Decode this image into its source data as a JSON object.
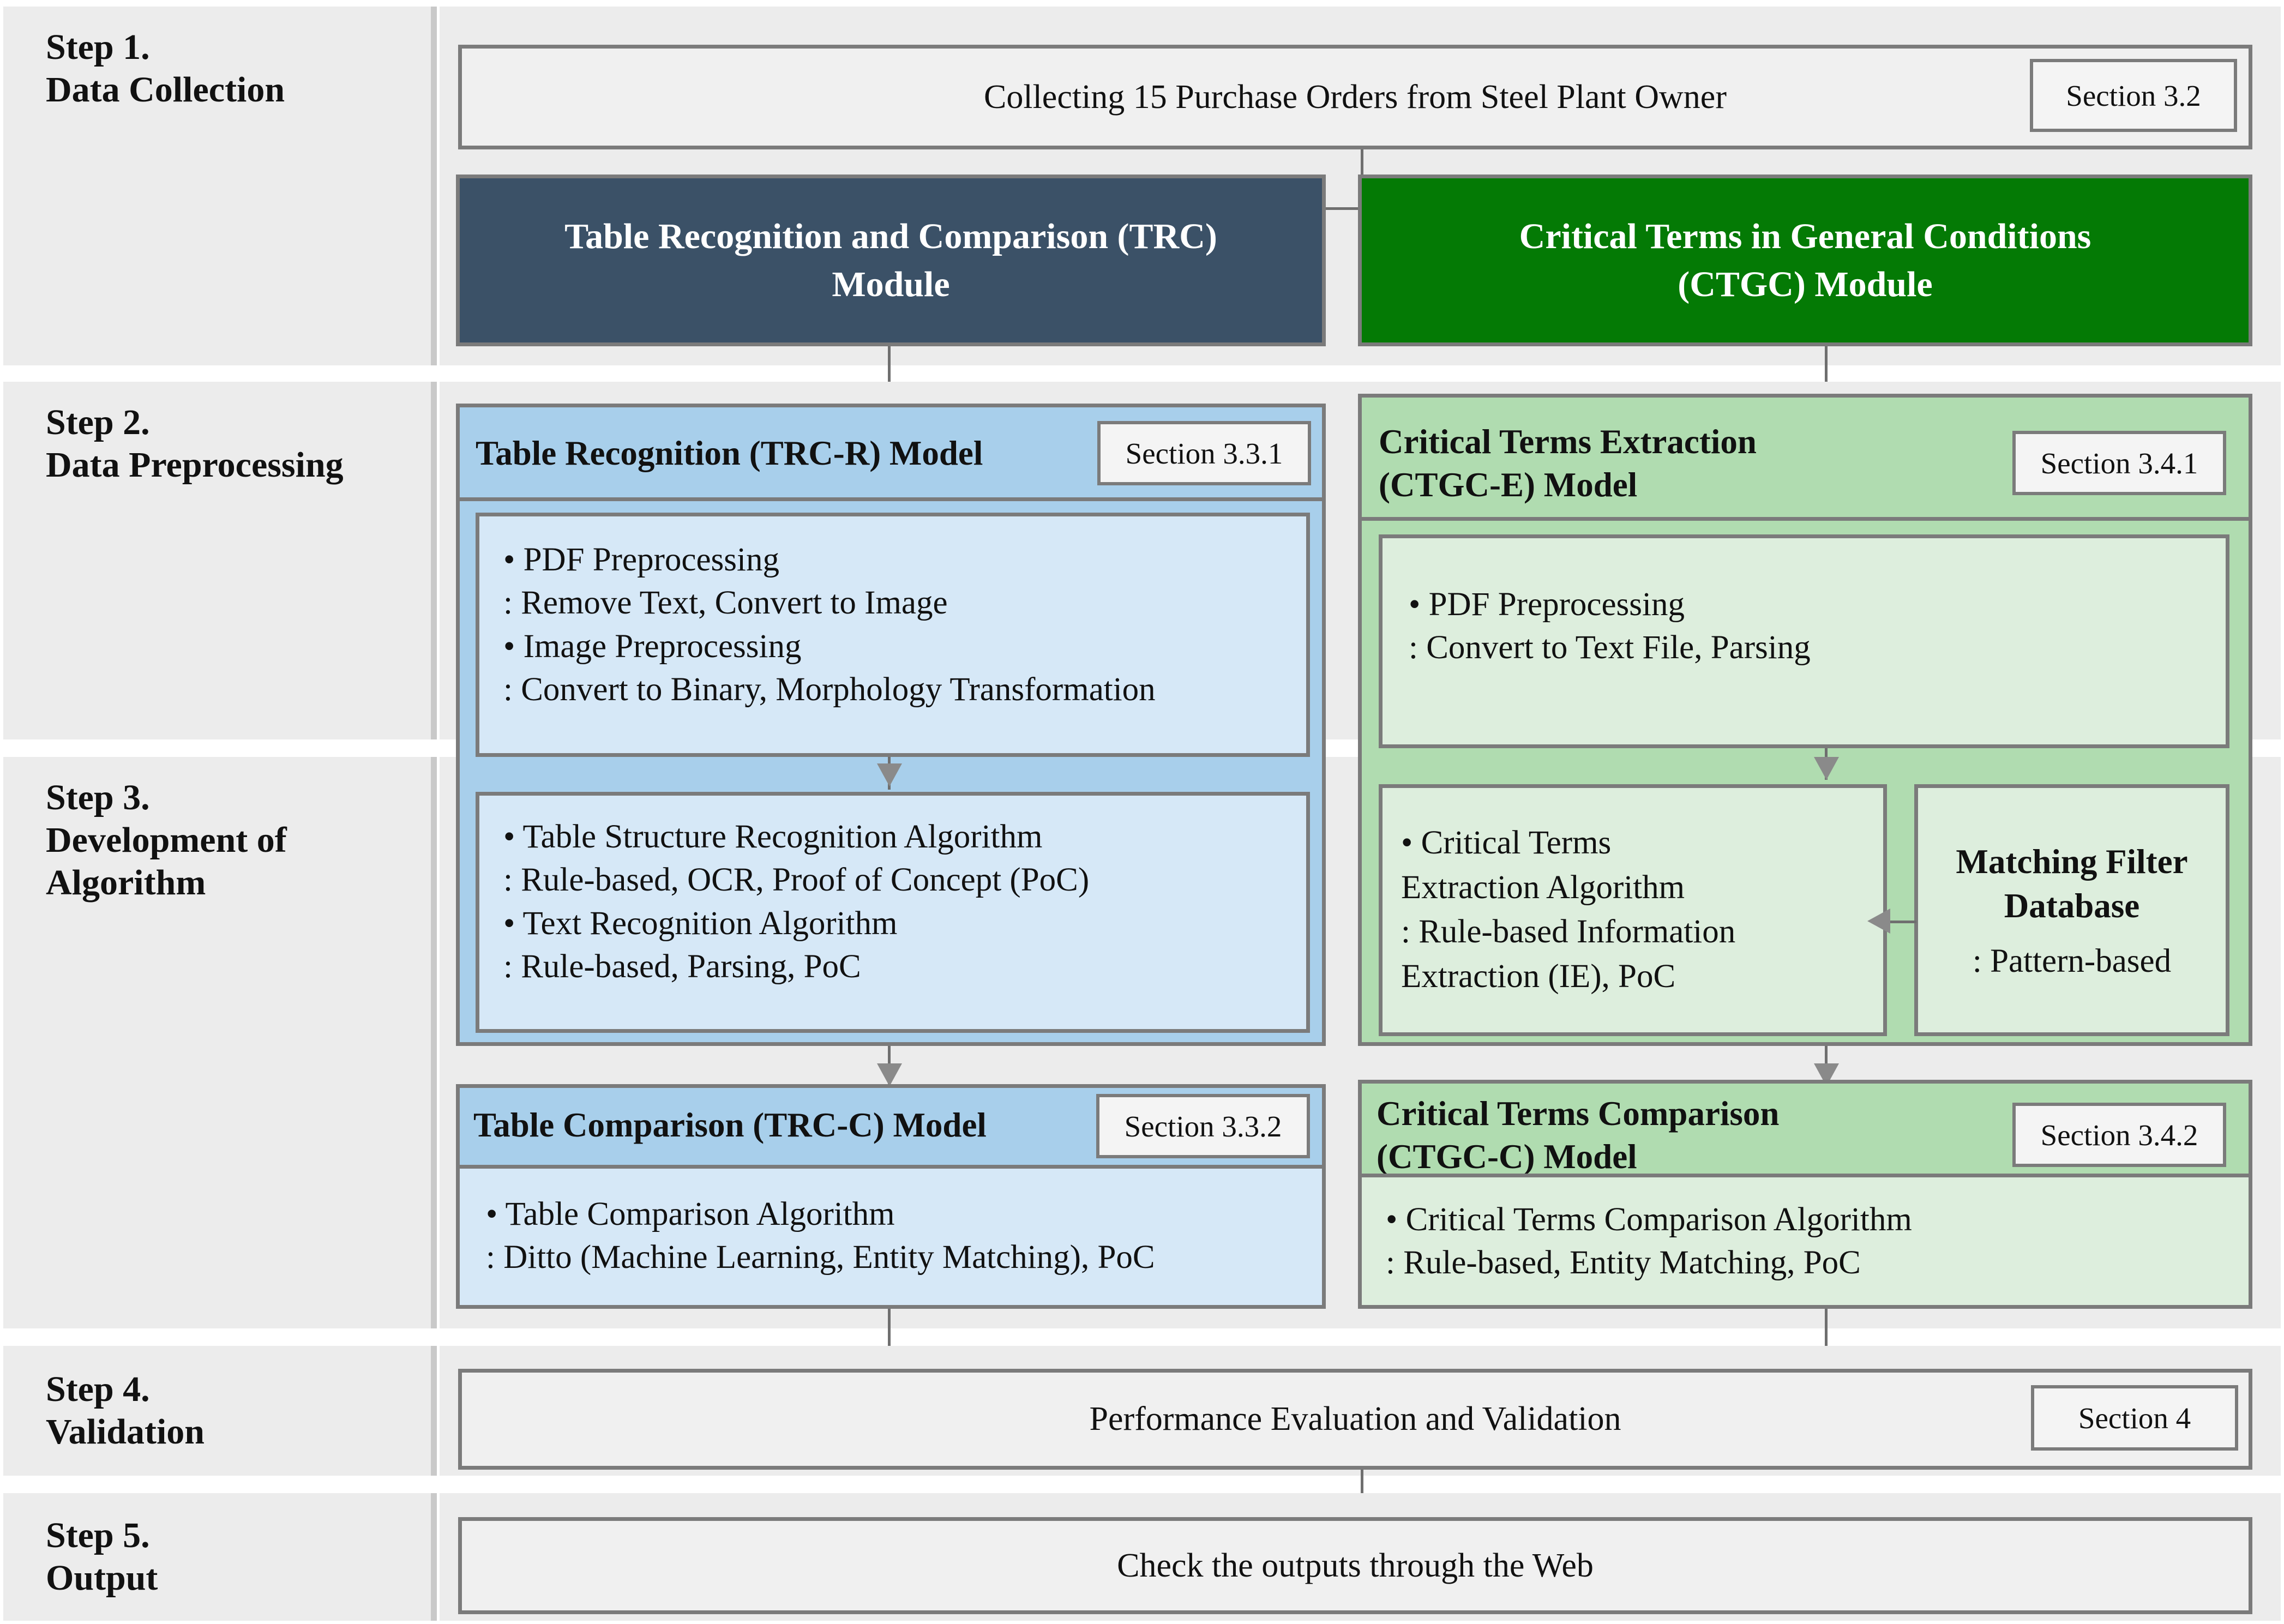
{
  "colors": {
    "band_bg": "#ececec",
    "box_border": "#7b7b7b",
    "trc_module": "#3b5167",
    "ctgc_module": "#047a05",
    "blue_panel": "#a8cfeb",
    "blue_inner": "#d6e8f7",
    "green_panel": "#b0dcb0",
    "green_inner": "#ddeedd",
    "connector": "#6f6f6f"
  },
  "steps": [
    {
      "id": "step1",
      "label": "Step 1.\nData Collection"
    },
    {
      "id": "step2",
      "label": "Step 2.\nData Preprocessing"
    },
    {
      "id": "step3",
      "label": "Step 3.\nDevelopment of\nAlgorithm"
    },
    {
      "id": "step4",
      "label": "Step 4.\nValidation"
    },
    {
      "id": "step5",
      "label": "Step 5.\nOutput"
    }
  ],
  "data_collection": {
    "title": "Collecting 15 Purchase Orders from Steel Plant Owner",
    "section": "Section 3.2"
  },
  "modules": {
    "trc": "Table Recognition and Comparison (TRC)\nModule",
    "ctgc": "Critical Terms in General Conditions\n(CTGC) Module"
  },
  "trc_r": {
    "title": "Table Recognition (TRC-R) Model",
    "section": "Section 3.3.1",
    "preprocessing": "• PDF Preprocessing\n  : Remove Text, Convert to Image\n• Image Preprocessing\n  : Convert to Binary, Morphology Transformation",
    "algorithms": "• Table Structure Recognition Algorithm\n  : Rule-based, OCR, Proof of Concept (PoC)\n• Text Recognition Algorithm\n  : Rule-based, Parsing, PoC"
  },
  "trc_c": {
    "title": "Table Comparison (TRC-C) Model",
    "section": "Section 3.3.2",
    "body": "• Table Comparison Algorithm\n  : Ditto (Machine Learning, Entity Matching), PoC"
  },
  "ctgc_e": {
    "title": "Critical Terms Extraction\n(CTGC-E) Model",
    "section": "Section 3.4.1",
    "preprocessing": "•   PDF Preprocessing\n    : Convert to Text File, Parsing",
    "algorithms": "• Critical Terms\n   Extraction Algorithm\n : Rule-based Information\n   Extraction (IE), PoC"
  },
  "ctgc_c": {
    "title": "Critical Terms Comparison\n(CTGC-C) Model",
    "section": "Section 3.4.2",
    "body": "• Critical Terms Comparison Algorithm\n : Rule-based, Entity Matching, PoC"
  },
  "matching_filter_db": {
    "title": "Matching Filter\nDatabase",
    "subtitle": ": Pattern-based"
  },
  "validation": {
    "title": "Performance Evaluation and Validation",
    "section": "Section 4"
  },
  "output": {
    "title": "Check the outputs through the Web"
  }
}
